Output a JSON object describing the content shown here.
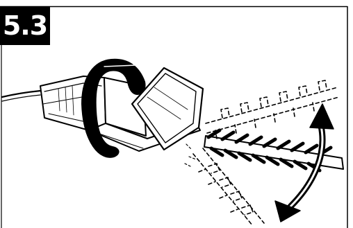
{
  "step": {
    "number": "5.3"
  },
  "illustration": {
    "subject": "hedge-trimmer",
    "motion": "swing-arrows"
  },
  "colors": {
    "ink": "#000000",
    "paper": "#ffffff"
  }
}
